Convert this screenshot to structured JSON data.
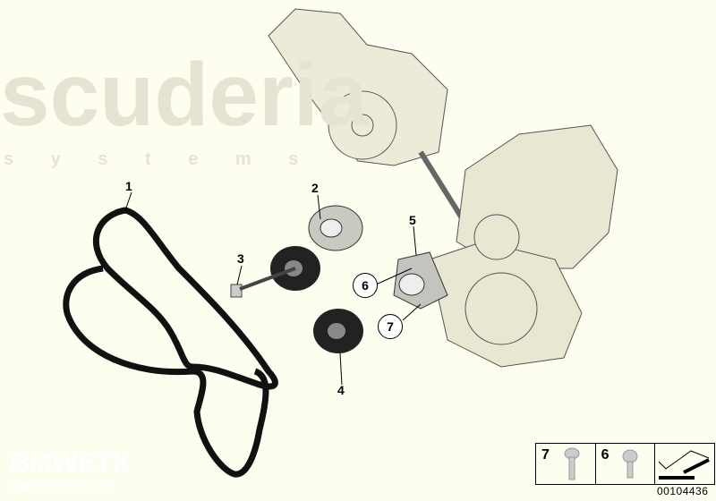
{
  "watermark": {
    "main": "scuderia",
    "sub": "s y s t e m s"
  },
  "bottom_logo": {
    "name": "BMWETK",
    "url": "www.bmwetk.info"
  },
  "callouts": {
    "c1": "1",
    "c2": "2",
    "c3": "3",
    "c4": "4",
    "c5": "5",
    "c6": "6",
    "c7": "7"
  },
  "legend": {
    "items": [
      {
        "number": "7",
        "icon": "hex-flange-bolt-icon"
      },
      {
        "number": "6",
        "icon": "hex-bolt-icon"
      },
      {
        "number": "",
        "icon": "mounting-direction-arrow-icon"
      }
    ]
  },
  "document_number": "00104436",
  "colors": {
    "background": "#fdfef0",
    "belt": "#111111",
    "part": "#c8c8b4"
  }
}
